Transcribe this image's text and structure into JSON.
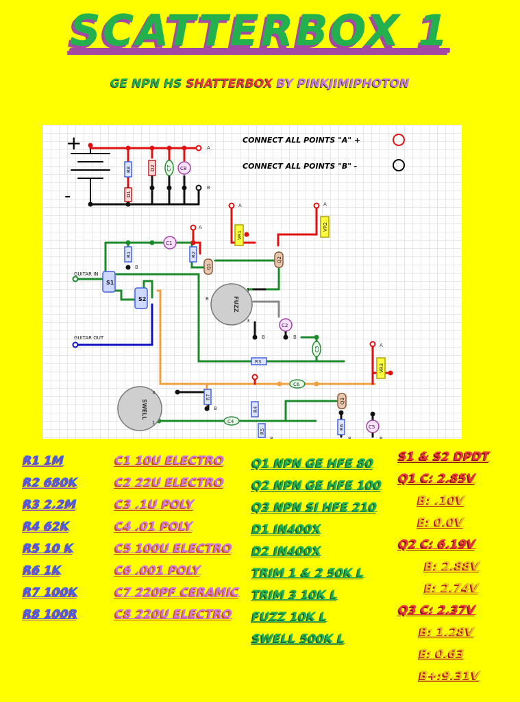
{
  "title": "SCATTERBOX 1",
  "subtitle": {
    "part1": "GE NPN HS",
    "part2": "SHATTERBOX",
    "part3": "BY",
    "part4": "PINKJIMIPHOTON"
  },
  "diagram": {
    "legend_a": "CONNECT ALL POINTS \"A\" +",
    "legend_b": "CONNECT ALL POINTS \"B\" -",
    "battery_plus": "+",
    "battery_minus": "-",
    "point_a": "A",
    "point_b": "B",
    "guitar_in": "GUITAR IN",
    "guitar_out": "GUITAR OUT",
    "labels": {
      "R1": "R1",
      "R2": "R2",
      "R3": "R3",
      "R4": "R4",
      "R5": "R5",
      "R6": "R6",
      "R7": "R7",
      "R8": "R8",
      "C1": "C1",
      "C2": "C2",
      "C3": "C3",
      "C4": "C4",
      "C5": "C5",
      "C6": "C6",
      "C7": "C7",
      "C8": "C8",
      "D1": "D1",
      "D2": "D2",
      "Q1": "Q1",
      "Q2": "Q2",
      "Q3": "Q3",
      "VR1": "VR1",
      "VR2": "VR2",
      "VR3": "VR3",
      "S1": "S1",
      "S2": "S2",
      "fuzz": "FUZZ",
      "swell": "SWELL",
      "pin1": "1",
      "pin2": "2",
      "pin3": "3"
    },
    "colors": {
      "positive": "#e01010",
      "ground": "#111111",
      "signal": "#1a8a2a",
      "input": "#1010c0",
      "swell_line": "#f0a040",
      "fuzz_wire": "#888888"
    }
  },
  "resistors": [
    "R1 1M",
    "R2 680K",
    "R3 2.2M",
    "R4 62K",
    "R5 10 K",
    "R6 1K",
    "R7 100K",
    "R8 100R"
  ],
  "capacitors": [
    "C1 10U ELECTRO",
    "C2 22U ELECTRO",
    "C3 .1U POLY",
    "C4 .01 POLY",
    "C5 100U ELECTRO",
    "C6 .001 POLY",
    "C7 220PF CERAMIC",
    "C8 220U ELECTRO"
  ],
  "semis": [
    "Q1 NPN GE HFE 80",
    "Q2 NPN GE HFE 100",
    "Q3 NPN SI HFE 210",
    "D1 IN400X",
    "D2 IN400X",
    "TRIM 1 & 2 50K L",
    "TRIM 3 10K L",
    "FUZZ 10K L",
    "SWELL 500K L"
  ],
  "voltages": [
    "S1 & S2 DPDT",
    "Q1 C: 2.85V",
    "B:  .10V",
    "E: 0.0V",
    "Q2 C: 6.19V",
    "B: 2.88V",
    "E: 2.74V",
    "Q3 C: 2.37V",
    "B: 1.28V",
    "E: 0.63",
    "B+:9.31V"
  ]
}
